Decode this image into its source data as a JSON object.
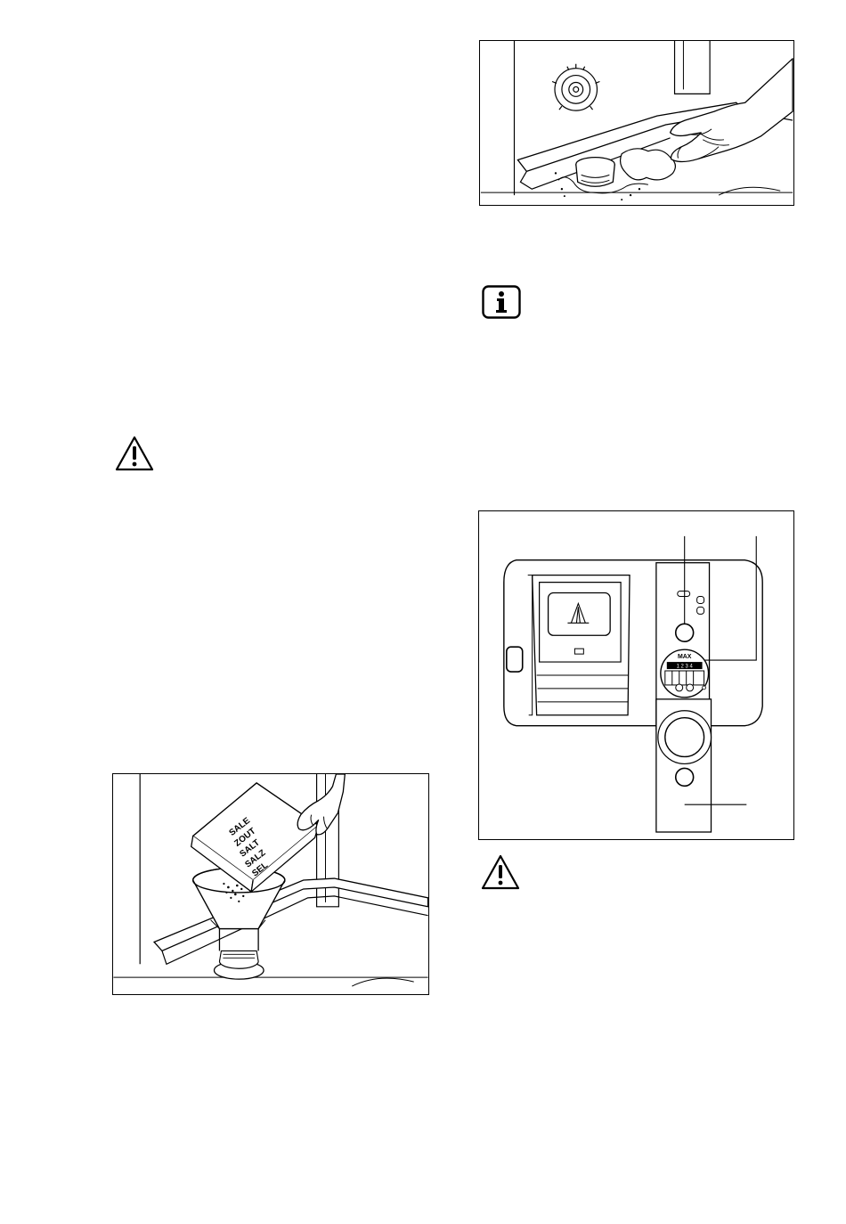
{
  "salt_box": {
    "labels": [
      "SALE",
      "ZOUT",
      "SALT",
      "SALZ",
      "SEL"
    ]
  },
  "dispenser_panel": {
    "max_label": "MAX",
    "scale_label": "1 2 3 4"
  },
  "icons": {
    "warning_top": "warning-triangle-icon",
    "info": "info-icon",
    "warning_bottom": "warning-triangle-icon"
  }
}
